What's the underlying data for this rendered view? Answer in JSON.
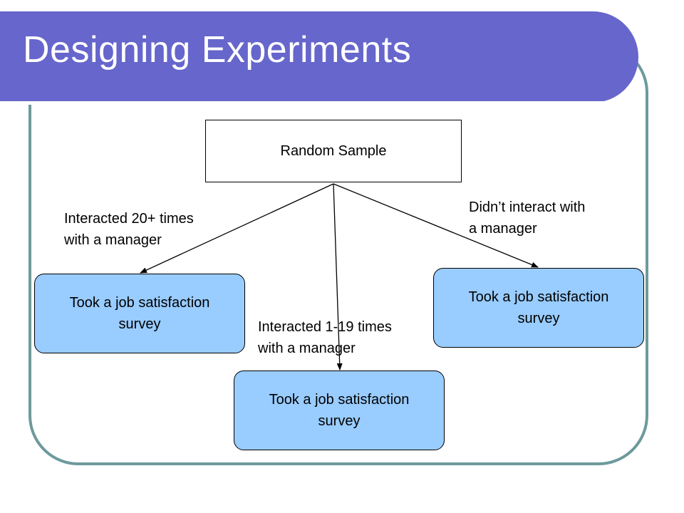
{
  "title": "Designing Experiments",
  "root": {
    "label": "Random Sample"
  },
  "nodes": {
    "left": {
      "label": "Took a job satisfaction survey"
    },
    "middle": {
      "label": "Took a job satisfaction survey"
    },
    "right": {
      "label": "Took a job satisfaction survey"
    }
  },
  "edges": {
    "left": {
      "label": "Interacted 20+ times\nwith a manager"
    },
    "middle": {
      "label": "Interacted 1-19 times\nwith a manager"
    },
    "right": {
      "label": "Didn’t interact with\na manager"
    }
  },
  "colors": {
    "title_bar": "#6666cc",
    "frame": "#6d9a9c",
    "node_fill": "#99ccff",
    "root_fill": "#ffffff"
  }
}
